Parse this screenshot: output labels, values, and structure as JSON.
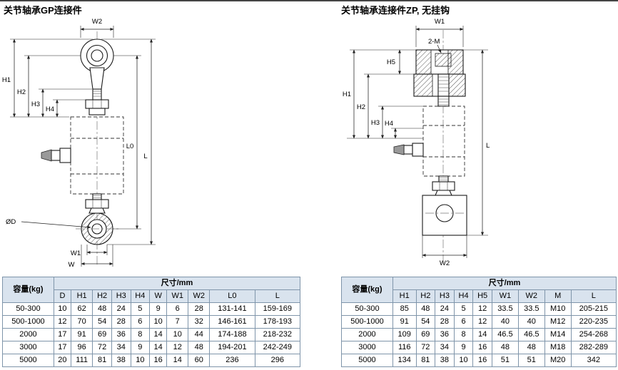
{
  "page": {
    "left_title": "关节轴承GP连接件",
    "right_title": "关节轴承连接件ZP, 无挂钩"
  },
  "left_diagram": {
    "labels": {
      "w2": "W2",
      "h1": "H1",
      "h2": "H2",
      "h3": "H3",
      "h4": "H4",
      "l0": "L0",
      "l": "L",
      "d": "ØD",
      "w1": "W1",
      "w": "W"
    }
  },
  "right_diagram": {
    "labels": {
      "w1": "W1",
      "m": "2-M",
      "h5": "H5",
      "h1": "H1",
      "h2": "H2",
      "h3": "H3",
      "h4": "H4",
      "l": "L",
      "w2": "W2"
    }
  },
  "left_table": {
    "capacity_header": "容量(kg)",
    "size_header": "尺寸/mm",
    "columns": [
      "D",
      "H1",
      "H2",
      "H3",
      "H4",
      "W",
      "W1",
      "W2",
      "L0",
      "L"
    ],
    "rows": [
      [
        "50-300",
        "10",
        "62",
        "48",
        "24",
        "5",
        "9",
        "6",
        "28",
        "131-141",
        "159-169"
      ],
      [
        "500-1000",
        "12",
        "70",
        "54",
        "28",
        "6",
        "10",
        "7",
        "32",
        "146-161",
        "178-193"
      ],
      [
        "2000",
        "17",
        "91",
        "69",
        "36",
        "8",
        "14",
        "10",
        "44",
        "174-188",
        "218-232"
      ],
      [
        "3000",
        "17",
        "96",
        "72",
        "34",
        "9",
        "14",
        "12",
        "48",
        "194-201",
        "242-249"
      ],
      [
        "5000",
        "20",
        "111",
        "81",
        "38",
        "10",
        "16",
        "14",
        "60",
        "236",
        "296"
      ]
    ]
  },
  "right_table": {
    "capacity_header": "容量(kg)",
    "size_header": "尺寸/mm",
    "columns": [
      "H1",
      "H2",
      "H3",
      "H4",
      "H5",
      "W1",
      "W2",
      "M",
      "L"
    ],
    "rows": [
      [
        "50-300",
        "85",
        "48",
        "24",
        "5",
        "12",
        "33.5",
        "33.5",
        "M10",
        "205-215"
      ],
      [
        "500-1000",
        "91",
        "54",
        "28",
        "6",
        "12",
        "40",
        "40",
        "M12",
        "220-235"
      ],
      [
        "2000",
        "109",
        "69",
        "36",
        "8",
        "14",
        "46.5",
        "46.5",
        "M14",
        "254-268"
      ],
      [
        "3000",
        "116",
        "72",
        "34",
        "9",
        "16",
        "48",
        "48",
        "M18",
        "282-289"
      ],
      [
        "5000",
        "134",
        "81",
        "38",
        "10",
        "16",
        "51",
        "51",
        "M20",
        "342"
      ]
    ]
  }
}
